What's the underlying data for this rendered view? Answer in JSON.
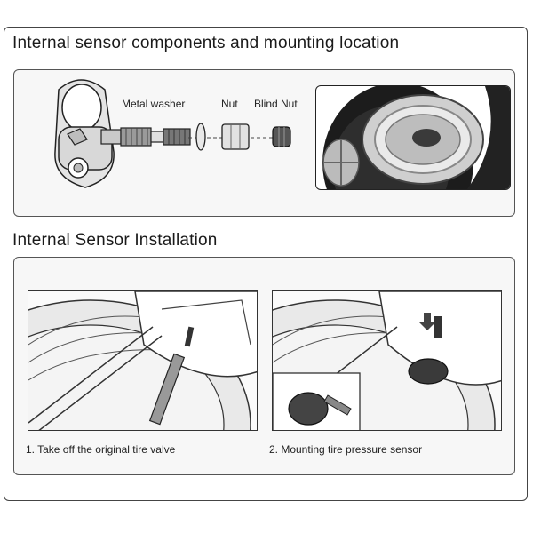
{
  "section1": {
    "title": "Internal sensor components and mounting location",
    "labels": {
      "washer": "Metal washer",
      "nut": "Nut",
      "blind_nut": "Blind Nut"
    }
  },
  "section2": {
    "title": "Internal Sensor Installation",
    "steps": [
      {
        "caption": "1. Take off the original tire valve"
      },
      {
        "caption": "2. Mounting tire pressure sensor"
      }
    ]
  }
}
